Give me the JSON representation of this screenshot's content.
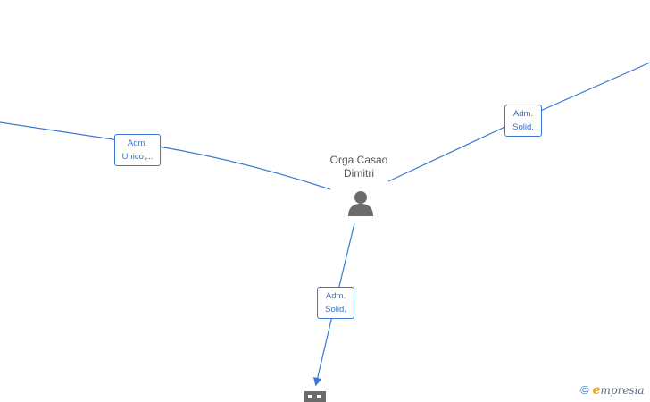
{
  "person": {
    "name_line1": "Orga Casao",
    "name_line2": "Dimitri",
    "icon": "person-icon"
  },
  "relations": [
    {
      "id": "left",
      "line1": "Adm.",
      "line2": "Unico,..."
    },
    {
      "id": "right",
      "line1": "Adm.",
      "line2": "Solid."
    },
    {
      "id": "bottom",
      "line1": "Adm.",
      "line2": "Solid."
    }
  ],
  "company": {
    "icon": "building-icon"
  },
  "watermark": {
    "copyright": "©",
    "brand_initial": "e",
    "brand_rest": "mpresia"
  },
  "colors": {
    "edge": "#3a78d4",
    "label_text": "#3a6fc4",
    "node_icon": "#6b6b6b",
    "name_text": "#555555"
  }
}
